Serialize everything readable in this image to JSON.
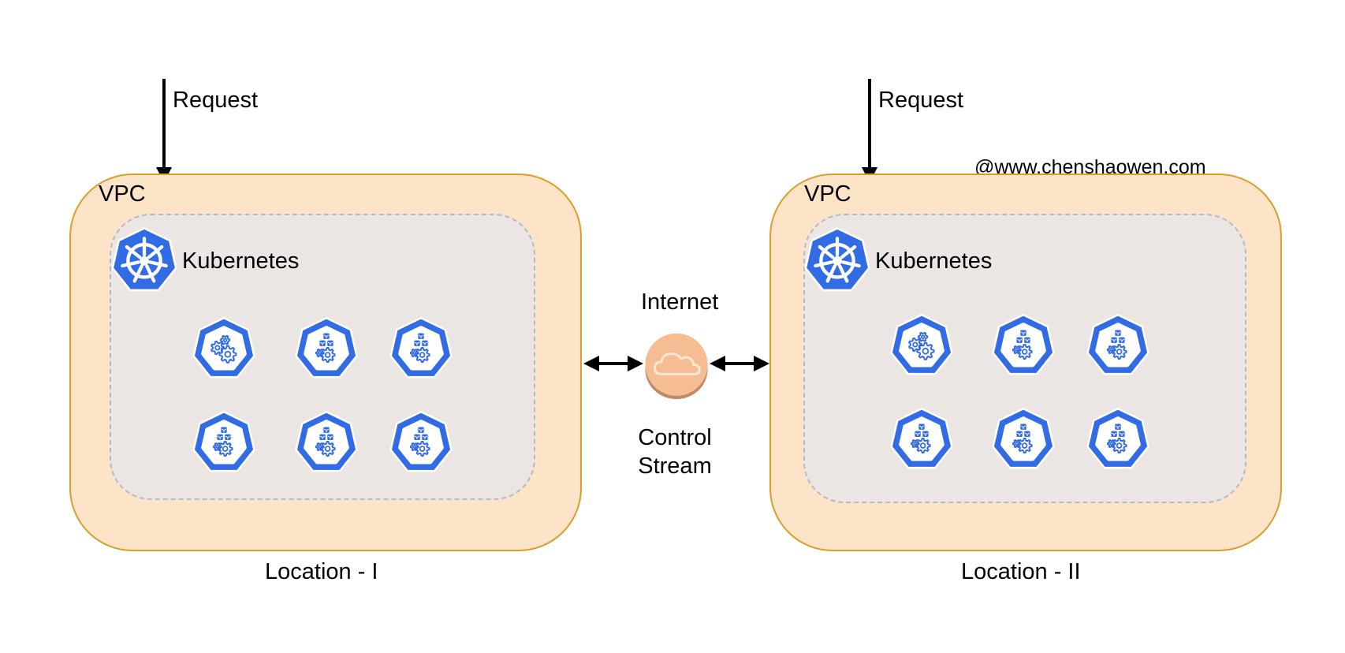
{
  "watermark": "@www.chenshaowen.com",
  "center": {
    "internet_label": "Internet",
    "control_stream_label": "Control\nStream"
  },
  "locations": [
    {
      "request_label": "Request",
      "vpc_label": "VPC",
      "cluster_label": "Kubernetes",
      "location_label": "Location - I",
      "pods": [
        "pod-gears",
        "pod-cubes",
        "pod-cubes",
        "pod-cubes",
        "pod-cubes",
        "pod-cubes"
      ]
    },
    {
      "request_label": "Request",
      "vpc_label": "VPC",
      "cluster_label": "Kubernetes",
      "location_label": "Location - II",
      "pods": [
        "pod-gears",
        "pod-cubes",
        "pod-cubes",
        "pod-cubes",
        "pod-cubes",
        "pod-cubes"
      ]
    }
  ],
  "colors": {
    "vpc_fill": "#fde3c8",
    "vpc_border": "#d8a02a",
    "cluster_fill": "#ebe6e4",
    "k8s_blue": "#326ce5",
    "cloud_fill": "#f6bc93"
  }
}
